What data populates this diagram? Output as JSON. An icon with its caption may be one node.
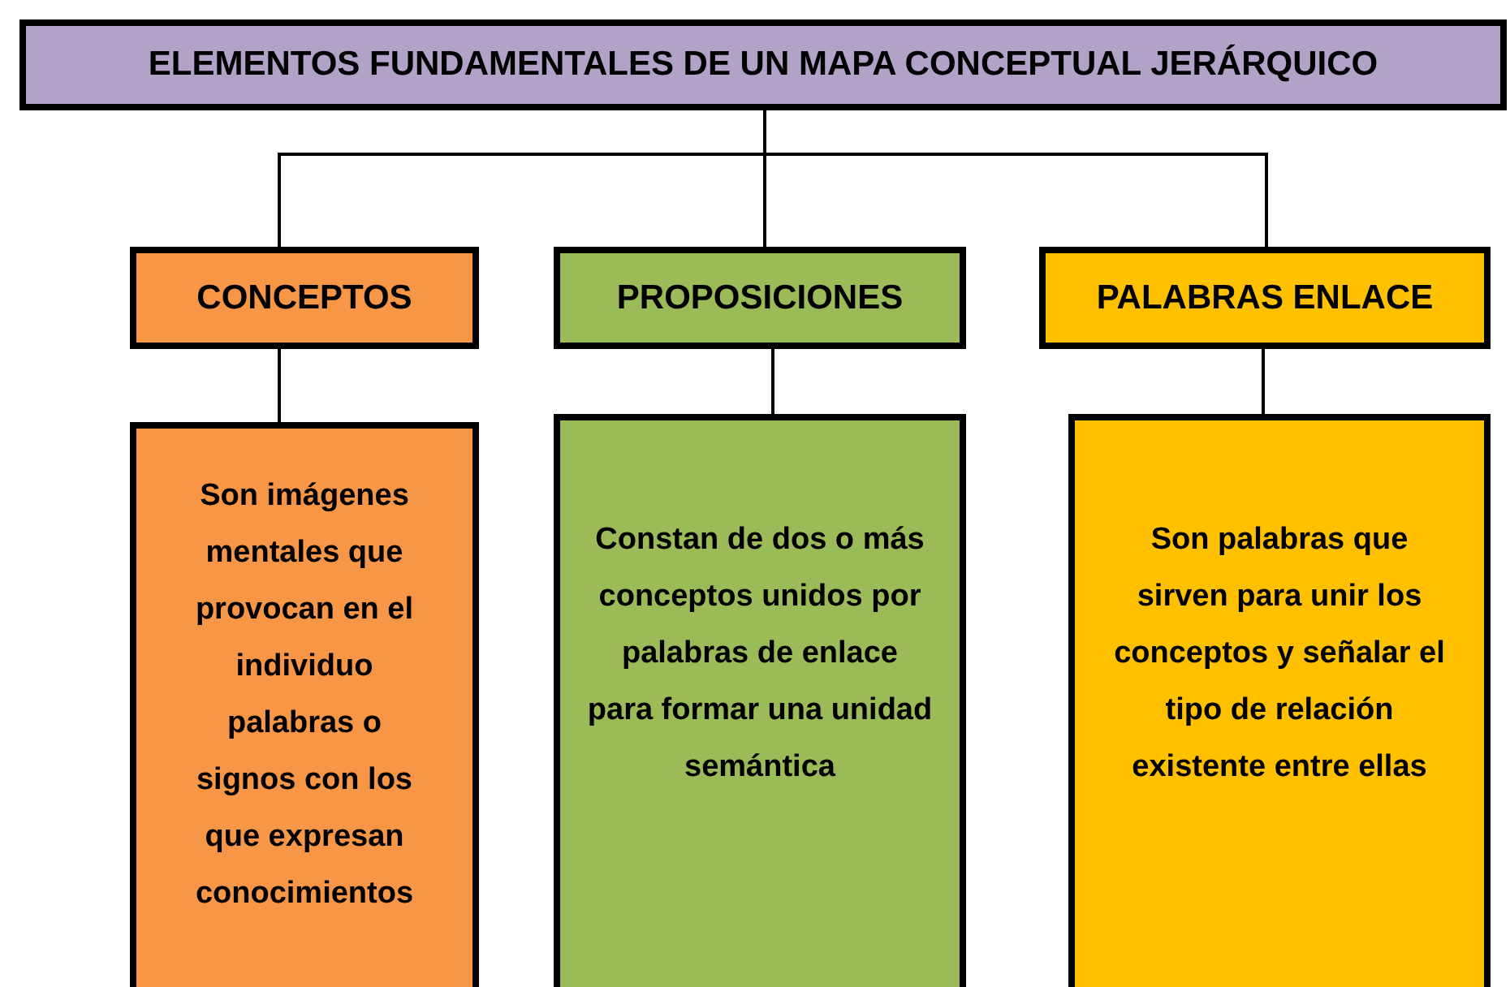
{
  "diagram": {
    "nodes": [
      {
        "text": [
          "ELEMENTOS FUNDAMENTALES DE UN MAPA CONCEPTUAL JERÁRQUICO"
        ]
      },
      {
        "text": [
          "CONCEPTOS"
        ]
      },
      {
        "text": [
          "PROPOSICIONES"
        ]
      },
      {
        "text": [
          "PALABRAS ENLACE"
        ]
      },
      {
        "text": [
          "Son imágenes mentales que provocan en el individuo palabras o signos con los que expresan conocimientos"
        ]
      },
      {
        "text": [
          "Constan de dos o más conceptos unidos por palabras de enlace para formar una unidad semántica"
        ]
      },
      {
        "text": [
          "Son palabras que sirven para unir los conceptos y señalar el tipo de relación existente entre ellas"
        ]
      }
    ],
    "edges": [
      {
        "from": 0,
        "to": 1,
        "arrow": "none"
      },
      {
        "from": 0,
        "to": 2,
        "arrow": "none"
      },
      {
        "from": 0,
        "to": 3,
        "arrow": "none"
      },
      {
        "from": 1,
        "to": 4,
        "arrow": "none"
      },
      {
        "from": 2,
        "to": 5,
        "arrow": "none"
      },
      {
        "from": 3,
        "to": 6,
        "arrow": "none"
      }
    ]
  }
}
